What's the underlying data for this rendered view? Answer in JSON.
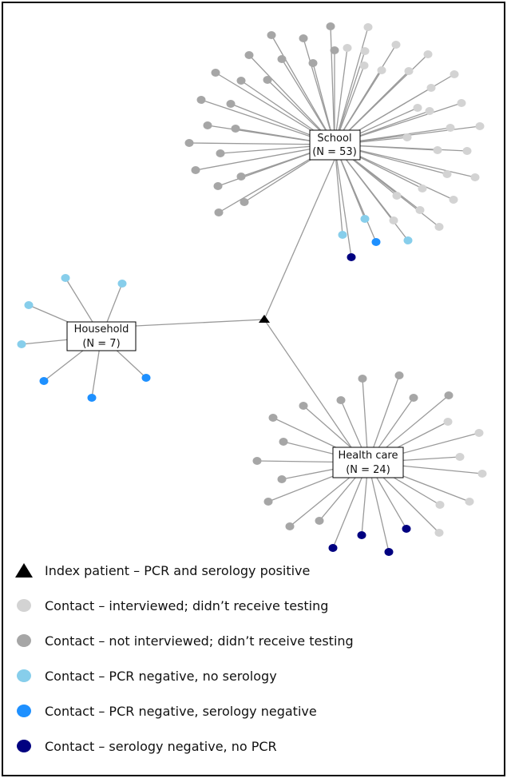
{
  "colors": {
    "edge": "#9a9a9a",
    "index": "#000000",
    "interviewed_no_test": "#d3d3d3",
    "not_interviewed_no_test": "#a6a6a6",
    "pcr_neg_no_serology": "#87ceeb",
    "pcr_neg_serology_neg": "#1e90ff",
    "serology_neg_no_pcr": "#000080"
  },
  "clusters": [
    {
      "id": "school",
      "name": "School",
      "count_label": "(N = 53)",
      "counts": {
        "interviewed_no_test": 26,
        "not_interviewed_no_test": 21,
        "pcr_neg_no_serology": 3,
        "pcr_neg_serology_neg": 2,
        "serology_neg_no_pcr": 1
      }
    },
    {
      "id": "household",
      "name": "Household",
      "count_label": "(N = 7)",
      "counts": {
        "pcr_neg_no_serology": 4,
        "pcr_neg_serology_neg": 3
      }
    },
    {
      "id": "healthcare",
      "name": "Health care",
      "count_label": "(N = 24)",
      "counts": {
        "interviewed_no_test": 7,
        "not_interviewed_no_test": 13,
        "serology_neg_no_pcr": 4
      }
    }
  ],
  "legend": [
    {
      "shape": "triangle",
      "color": "#000000",
      "label": "Index patient – PCR and serology positive"
    },
    {
      "shape": "circle",
      "color": "#d3d3d3",
      "label": "Contact – interviewed; didn’t receive testing"
    },
    {
      "shape": "circle",
      "color": "#a6a6a6",
      "label": "Contact – not interviewed; didn’t receive testing"
    },
    {
      "shape": "circle",
      "color": "#87ceeb",
      "label": "Contact – PCR negative, no serology"
    },
    {
      "shape": "circle",
      "color": "#1e90ff",
      "label": "Contact – PCR negative, serology negative"
    },
    {
      "shape": "circle",
      "color": "#000080",
      "label": "Contact – serology negative, no PCR"
    }
  ]
}
